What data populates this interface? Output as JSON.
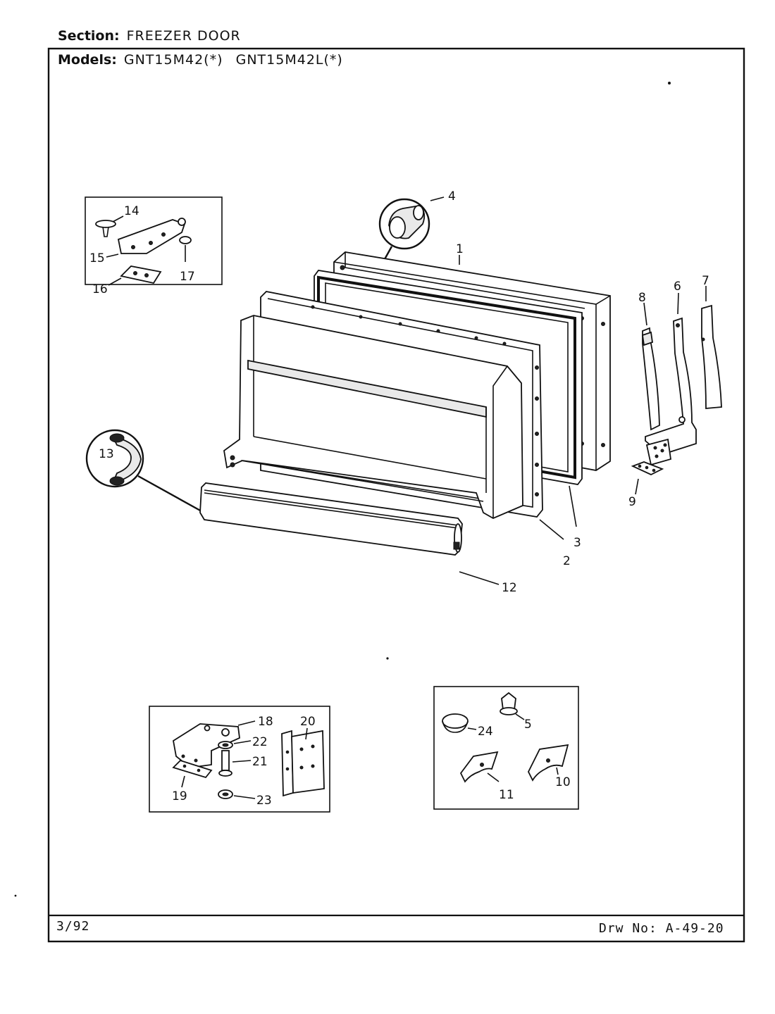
{
  "header": {
    "section_label": "Section:",
    "section_value": "FREEZER DOOR",
    "models_label": "Models:",
    "model_1": "GNT15M42(*)",
    "model_2": "GNT15M42L(*)"
  },
  "footer": {
    "date": "3/92",
    "drawing_label": "Drw No:",
    "drawing_number": "A-49-20"
  },
  "part_labels": [
    "1",
    "2",
    "3",
    "4",
    "5",
    "6",
    "7",
    "8",
    "9",
    "10",
    "11",
    "12",
    "13",
    "14",
    "15",
    "16",
    "17",
    "18",
    "19",
    "20",
    "21",
    "22",
    "23",
    "24"
  ]
}
